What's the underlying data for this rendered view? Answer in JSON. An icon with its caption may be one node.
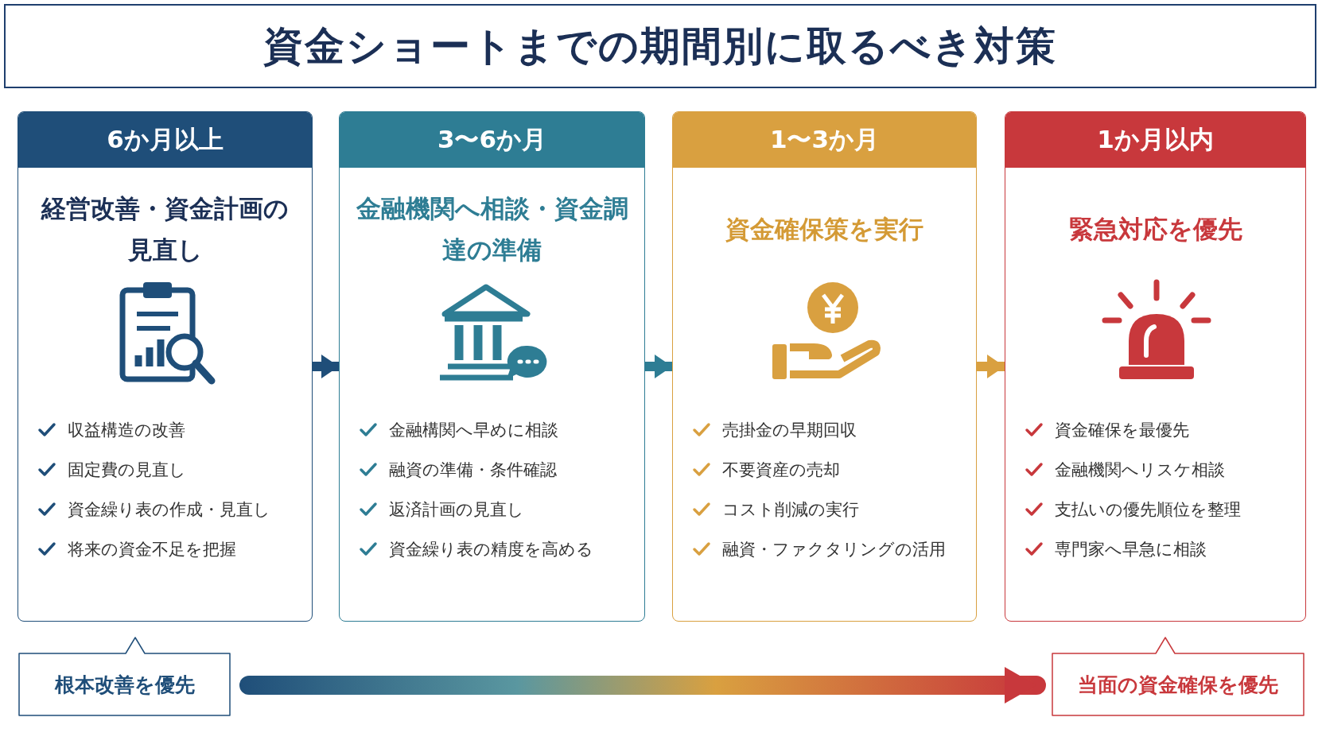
{
  "diagram": {
    "title": "資金ショートまでの期間別に取るべき対策",
    "nodes": [
      {
        "text": [
          "6か月以上",
          "経営改善・資金計画の見直し",
          "収益構造の改善",
          "固定費の見直し",
          "資金繰り表の作成・見直し",
          "将来の資金不足を把握"
        ]
      },
      {
        "text": [
          "3〜6か月",
          "金融機関へ相談・資金調達の準備",
          "金融構関へ早めに相談",
          "融資の準備・条件確認",
          "返済計画の見直し",
          "資金繰り表の精度を高める"
        ]
      },
      {
        "text": [
          "1〜3か月",
          "資金確保策を実行",
          "売掛金の早期回収",
          "不要資産の売却",
          "コスト削減の実行",
          "融資・ファクタリングの活用"
        ]
      },
      {
        "text": [
          "1か月以内",
          "緊急対応を優先",
          "資金確保を最優先",
          "金融機関へリスケ相談",
          "支払いの優先順位を整理",
          "専門家へ早急に相談"
        ]
      },
      {
        "text": [
          "根本改善を優先"
        ]
      },
      {
        "text": [
          "当面の資金確保を優先"
        ]
      }
    ],
    "edges": [
      {
        "from": 0,
        "to": 1,
        "arrow": "to",
        "color": "#1f4e79"
      },
      {
        "from": 1,
        "to": 2,
        "arrow": "to",
        "color": "#2e7d94"
      },
      {
        "from": 2,
        "to": 3,
        "arrow": "to",
        "color": "#d9a040"
      },
      {
        "from": 4,
        "to": 5,
        "arrow": "to",
        "style": "thick"
      }
    ]
  }
}
